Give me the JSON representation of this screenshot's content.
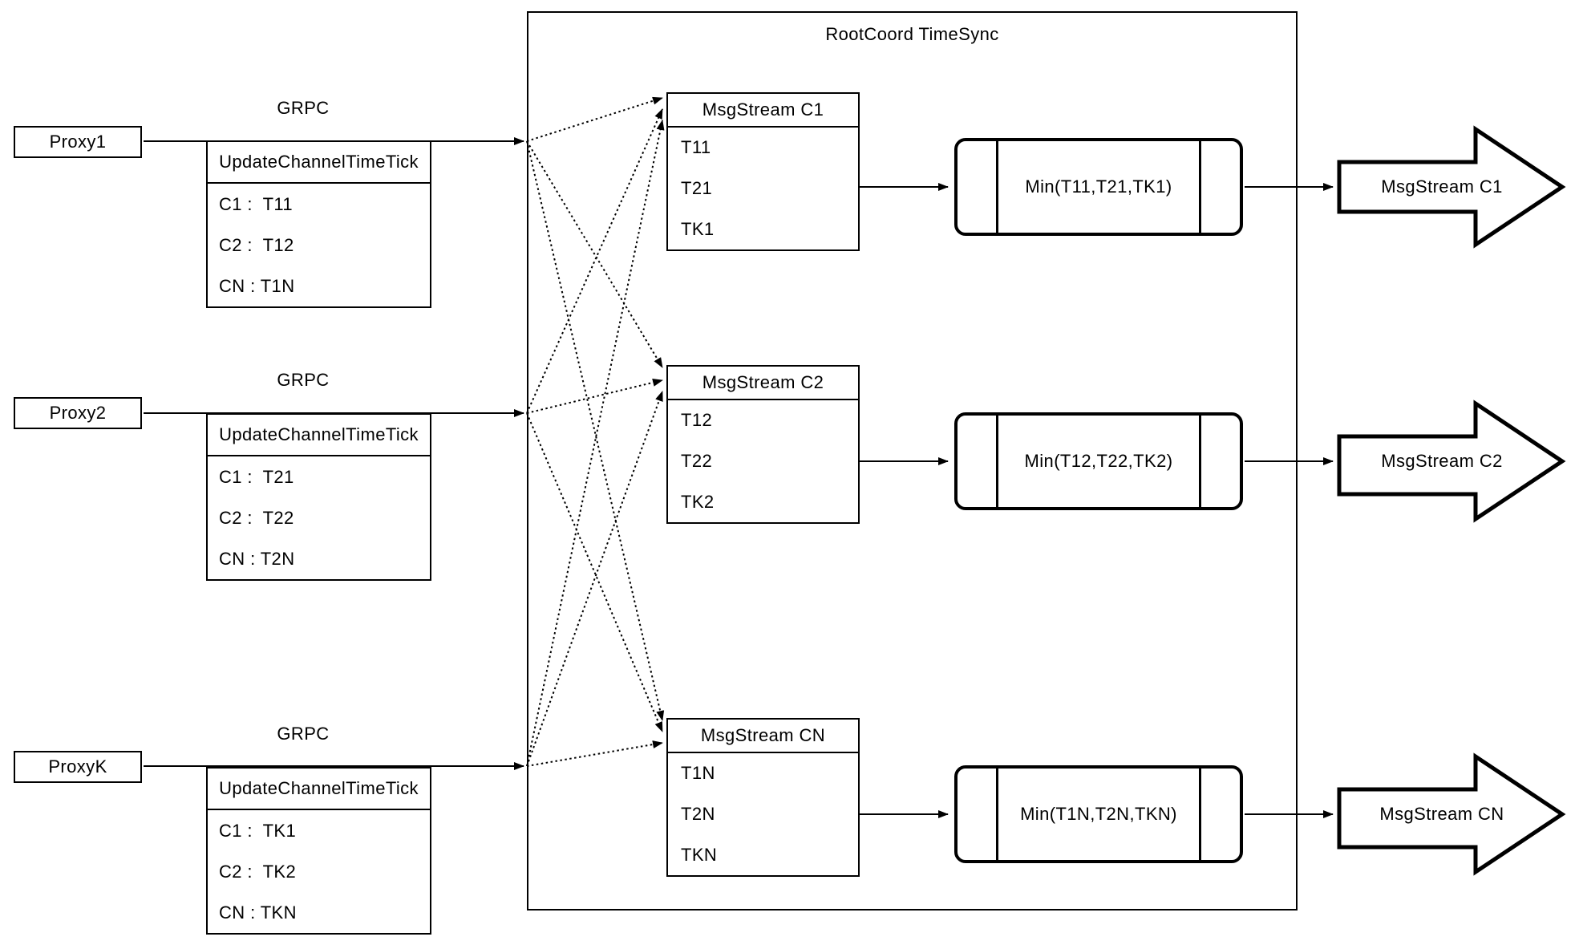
{
  "diagram": {
    "title": "RootCoord TimeSync",
    "colors": {
      "stroke": "#000000",
      "background": "#ffffff"
    },
    "proxies": [
      {
        "name": "Proxy1",
        "protocol_label": "GRPC",
        "table": {
          "header": "UpdateChannelTimeTick",
          "rows": [
            "C1 :  T11",
            "C2 :  T12",
            "CN : T1N"
          ]
        }
      },
      {
        "name": "Proxy2",
        "protocol_label": "GRPC",
        "table": {
          "header": "UpdateChannelTimeTick",
          "rows": [
            "C1 :  T21",
            "C2 :  T22",
            "CN : T2N"
          ]
        }
      },
      {
        "name": "ProxyK",
        "protocol_label": "GRPC",
        "table": {
          "header": "UpdateChannelTimeTick",
          "rows": [
            "C1 :  TK1",
            "C2 :  TK2",
            "CN : TKN"
          ]
        }
      }
    ],
    "streams": [
      {
        "header": "MsgStream C1",
        "rows": [
          "T11",
          "T21",
          "TK1"
        ],
        "min_label": "Min(T11,T21,TK1)",
        "output_label": "MsgStream C1"
      },
      {
        "header": "MsgStream C2",
        "rows": [
          "T12",
          "T22",
          "TK2"
        ],
        "min_label": "Min(T12,T22,TK2)",
        "output_label": "MsgStream C2"
      },
      {
        "header": "MsgStream CN",
        "rows": [
          "T1N",
          "T2N",
          "TKN"
        ],
        "min_label": "Min(T1N,T2N,TKN)",
        "output_label": "MsgStream CN"
      }
    ]
  }
}
